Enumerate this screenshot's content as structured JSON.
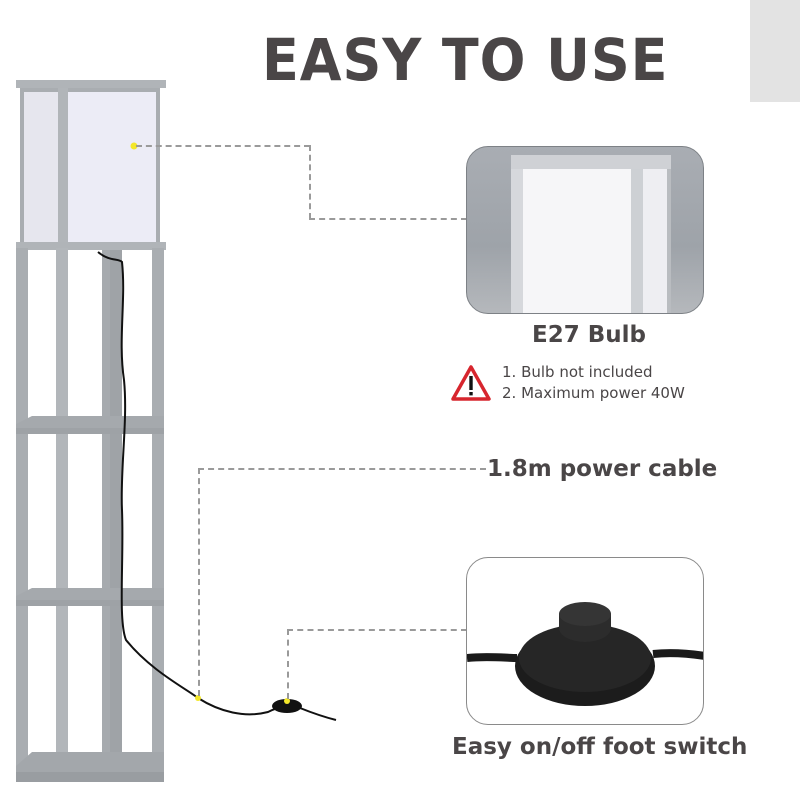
{
  "headline": "EASY TO USE",
  "features": {
    "bulb": {
      "title": "E27 Bulb",
      "notes": [
        "1. Bulb not included",
        "2. Maximum power 40W"
      ],
      "warning_icon": "warning-triangle-icon"
    },
    "cable": {
      "title": "1.8m power cable"
    },
    "switch": {
      "title": "Easy on/off foot switch"
    }
  },
  "colors": {
    "text": "#4a4647",
    "lamp_frame": "#a9adb1",
    "lamp_shade": "#ececf6",
    "callout_dot": "#f3e72a",
    "dash": "#9a9a9a",
    "warning_red": "#d7262e",
    "corner_tab": "#e3e3e3"
  }
}
